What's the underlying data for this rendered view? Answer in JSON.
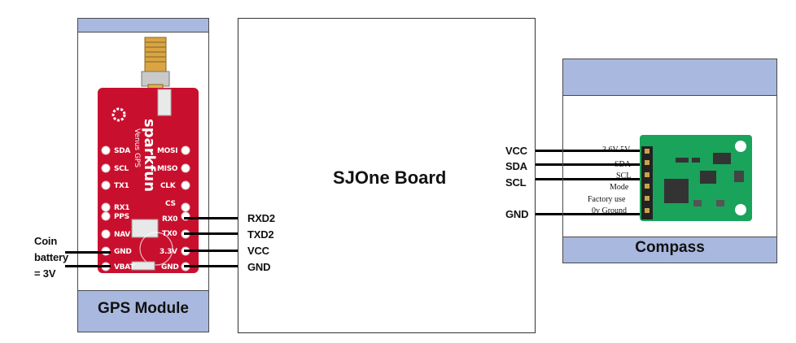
{
  "gps": {
    "title": "GPS Module",
    "board_brand": "sparkfun",
    "board_sub": "Venus GPS",
    "left_pins": [
      "SDA",
      "SCL",
      "TX1",
      "RX1",
      "PPS",
      "NAV",
      "GND",
      "VBAT"
    ],
    "right_pins": [
      "MOSI",
      "MISO",
      "CLK",
      "CS",
      "RX0",
      "TX0",
      "3.3V",
      "GND"
    ],
    "board_color": "#c8102e"
  },
  "sjone": {
    "title": "SJOne Board"
  },
  "compass": {
    "title": "Compass",
    "pins": [
      "3.6V-5V",
      "SDA",
      "SCL",
      "Mode",
      "Factory use",
      "0v Ground"
    ],
    "board_color": "#1aa35a"
  },
  "wires_gps": [
    "RXD2",
    "TXD2",
    "VCC",
    "GND"
  ],
  "wires_compass": [
    "VCC",
    "SDA",
    "SCL",
    "GND"
  ],
  "battery": {
    "line1": "Coin",
    "line2": "battery",
    "line3": "= 3V"
  },
  "colors": {
    "band": "#a9b8de",
    "border": "#4a4a4a"
  }
}
